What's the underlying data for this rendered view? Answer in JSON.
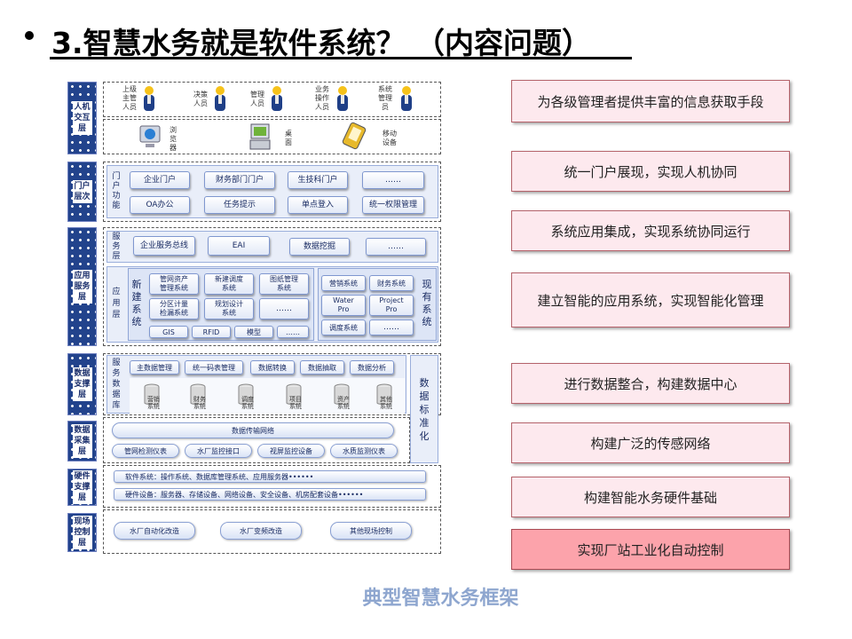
{
  "slide": {
    "title": "3.智慧水务就是软件系统？ （内容问题）",
    "caption": "典型智慧水务框架"
  },
  "layers": {
    "interaction": "人机交互层",
    "portal": "门户层次",
    "application": "应用服务层",
    "data_support": "数据支撑层",
    "data_collection": "数据采集层",
    "hardware": "硬件支撑层",
    "field_control": "现场控制层"
  },
  "users": [
    {
      "label": "上级\n主管\n人员"
    },
    {
      "label": "决策\n人员"
    },
    {
      "label": "管理\n人员"
    },
    {
      "label": "业务\n操作\n人员"
    },
    {
      "label": "系统\n管理\n员"
    }
  ],
  "devices": [
    {
      "label": "浏\n览\n器"
    },
    {
      "label": "桌\n面"
    },
    {
      "label": "移动\n设备"
    }
  ],
  "portal": {
    "side_label": "门\n户\n功\n能",
    "row1": [
      "企业门户",
      "财务部门门户",
      "生技科门户",
      "……"
    ],
    "row2": [
      "OA办公",
      "任务提示",
      "单点登入",
      "统一权限管理"
    ]
  },
  "service_layer": {
    "side_label": "服\n务\n层",
    "items": [
      "企业服务总线",
      "EAI",
      "数据挖掘",
      "……"
    ]
  },
  "app_layer": {
    "side_label": "应\n用\n层",
    "new_label": "新\n建\n系\n统",
    "existing_label": "现\n有\n系\n统",
    "new_systems": [
      "管网资产\n管理系统",
      "新建调度\n系统",
      "图纸管理\n系统",
      "分区计量\n检漏系统",
      "规划设计\n系统",
      "……"
    ],
    "new_bottom": [
      "GIS",
      "RFID",
      "模型",
      "……"
    ],
    "existing_systems": [
      "营销系统",
      "财务系统",
      "Water\nPro",
      "Project\nPro",
      "调度系统",
      "……"
    ]
  },
  "data_layer": {
    "side_label": "服\n务\n数\n据\n库",
    "right_label": "数\n据\n标\n准\n化",
    "items": [
      "主数据管理",
      "统一码表管理",
      "数据转换",
      "数据抽取",
      "数据分析"
    ],
    "dbs": [
      "营销\n系统",
      "财务\n系统",
      "调度\n系统",
      "项目\n系统",
      "资产\n系统",
      "其他\n系统"
    ]
  },
  "collection_layer": {
    "network": "数据传输网络",
    "items": [
      "管网检测仪表",
      "水厂监控接口",
      "视屏监控设备",
      "水质监测仪表"
    ]
  },
  "hardware_layer": {
    "software": "软件系统：操作系统、数据库管理系统、应用服务器••••••",
    "hardware": "硬件设备：服务器、存储设备、网络设备、安全设备、机房配套设备••••••"
  },
  "field_layer": {
    "items": [
      "水厂自动化改造",
      "水厂变频改造",
      "其他现场控制"
    ]
  },
  "goals": [
    "为各级管理者提供丰富的信息获取手段",
    "统一门户展现，实现人机协同",
    "系统应用集成，实现系统协同运行",
    "建立智能的应用系统，实现智能化管理",
    "进行数据整合，构建数据中心",
    "构建广泛的传感网络",
    "构建智能水务硬件基础",
    "实现厂站工业化自动控制"
  ],
  "colors": {
    "goal_fill": "#fde9ee",
    "goal_highlight": "#fca3ab",
    "layer_label": "#22438c",
    "caption": "#8ea6cf"
  }
}
